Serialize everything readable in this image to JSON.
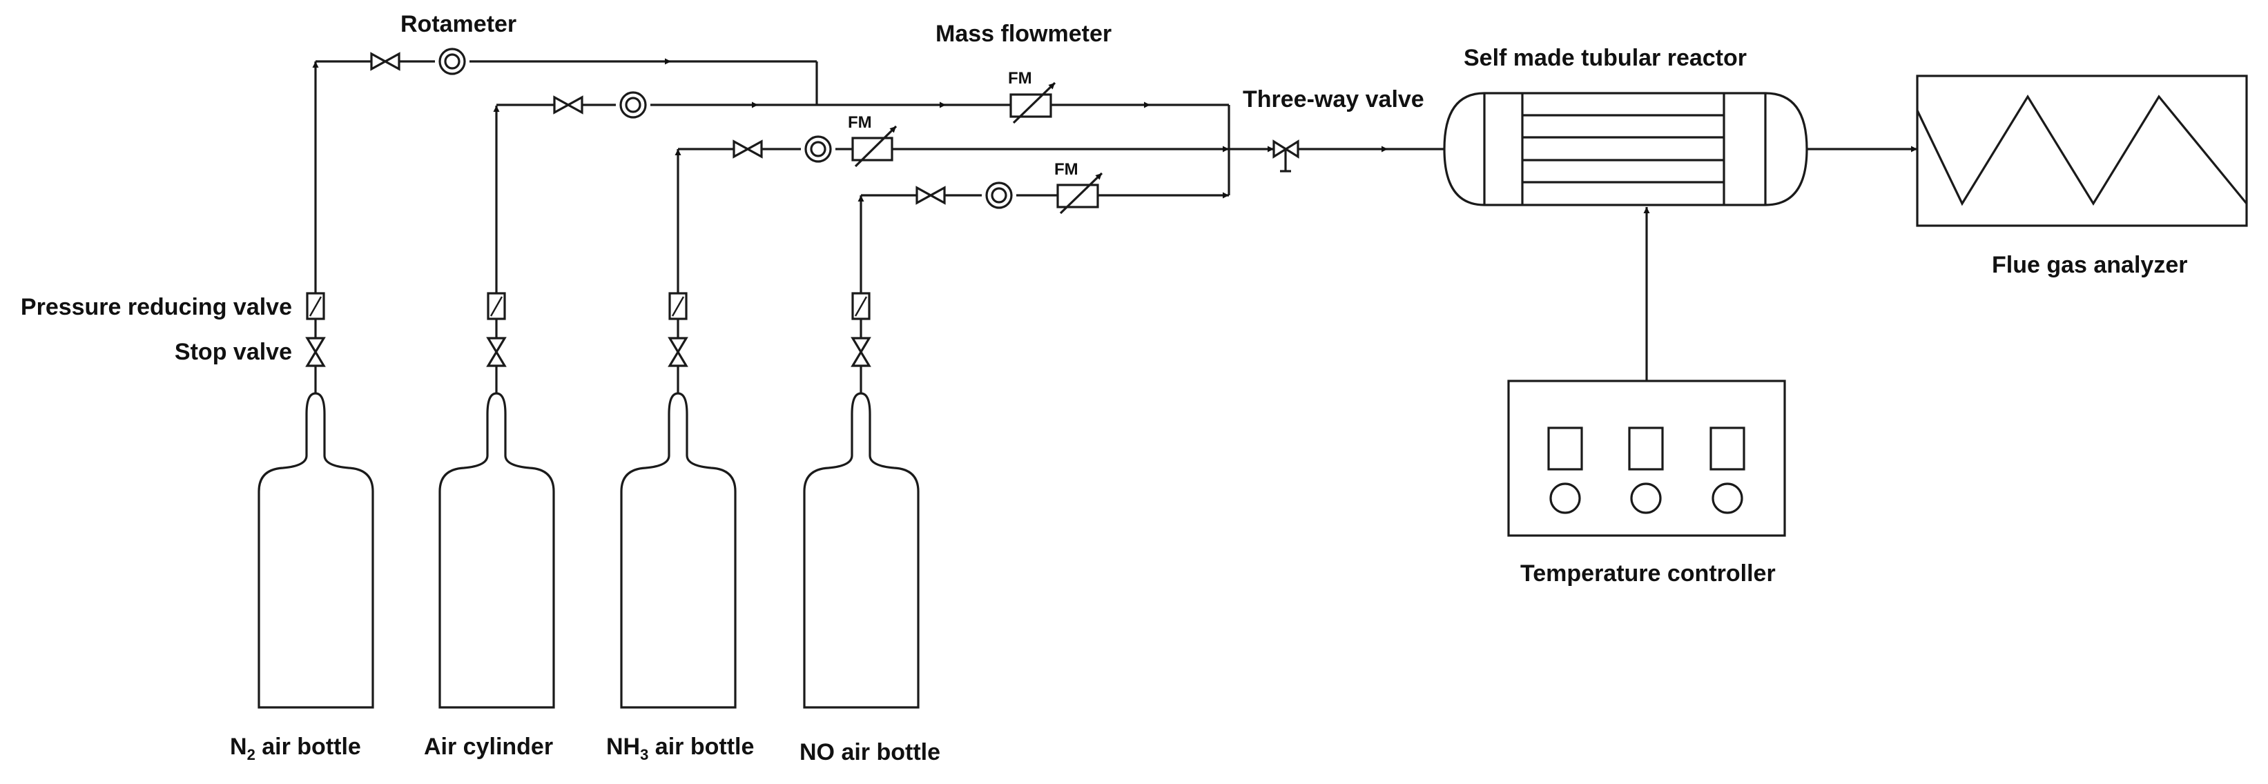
{
  "labels": {
    "rotameter": "Rotameter",
    "mass_flowmeter": "Mass flowmeter",
    "three_way_valve": "Three-way valve",
    "reactor": "Self made tubular reactor",
    "flue_gas_analyzer": "Flue gas analyzer",
    "pressure_reducing_valve": "Pressure reducing valve",
    "stop_valve": "Stop valve",
    "temperature_controller": "Temperature controller",
    "fm": "FM"
  },
  "cylinders": [
    {
      "name_main": "N",
      "name_sub": "2",
      "name_rest": " air bottle"
    },
    {
      "name_main": "Air cylinder",
      "name_sub": "",
      "name_rest": ""
    },
    {
      "name_main": "NH",
      "name_sub": "3",
      "name_rest": " air bottle"
    },
    {
      "name_main": "NO air bottle",
      "name_sub": "",
      "name_rest": ""
    }
  ]
}
